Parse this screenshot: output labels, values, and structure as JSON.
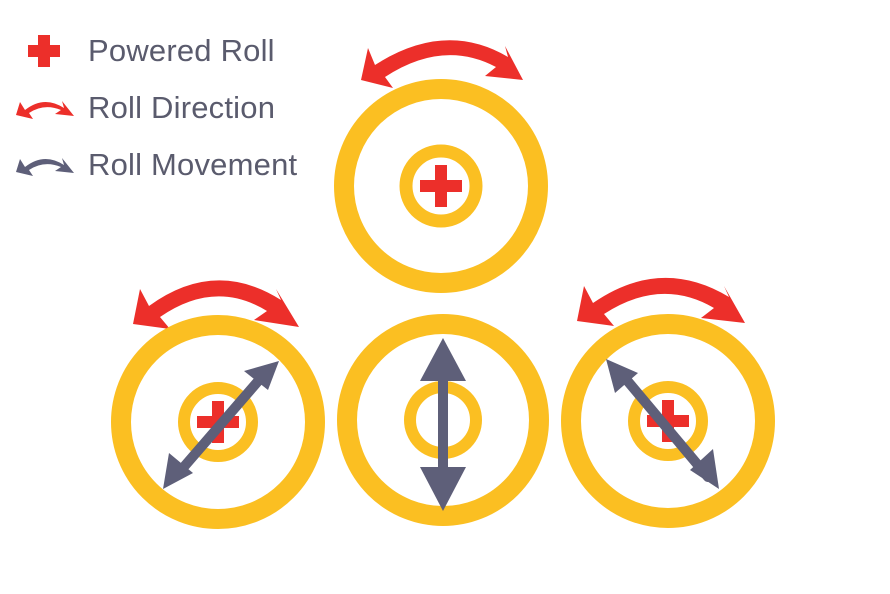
{
  "colors": {
    "ring": "#FBBF22",
    "powered": "#EC2F2A",
    "direction": "#EC2F2A",
    "movement": "#5E5F79",
    "text": "#5A5B6D",
    "background": "#FFFFFF"
  },
  "legend": {
    "items": [
      {
        "label": "Powered Roll",
        "icon": "plus-icon"
      },
      {
        "label": "Roll Direction",
        "icon": "curved-double-arrow-icon"
      },
      {
        "label": "Roll Movement",
        "icon": "curved-double-arrow-icon"
      }
    ]
  },
  "rolls": [
    {
      "name": "top-roll",
      "powered": true,
      "direction_arrow": true,
      "movement": "none"
    },
    {
      "name": "bottom-left-roll",
      "powered": true,
      "direction_arrow": true,
      "movement": "diagonal-ne-sw"
    },
    {
      "name": "bottom-center-roll",
      "powered": false,
      "direction_arrow": false,
      "movement": "vertical"
    },
    {
      "name": "bottom-right-roll",
      "powered": true,
      "direction_arrow": true,
      "movement": "diagonal-nw-se"
    }
  ]
}
